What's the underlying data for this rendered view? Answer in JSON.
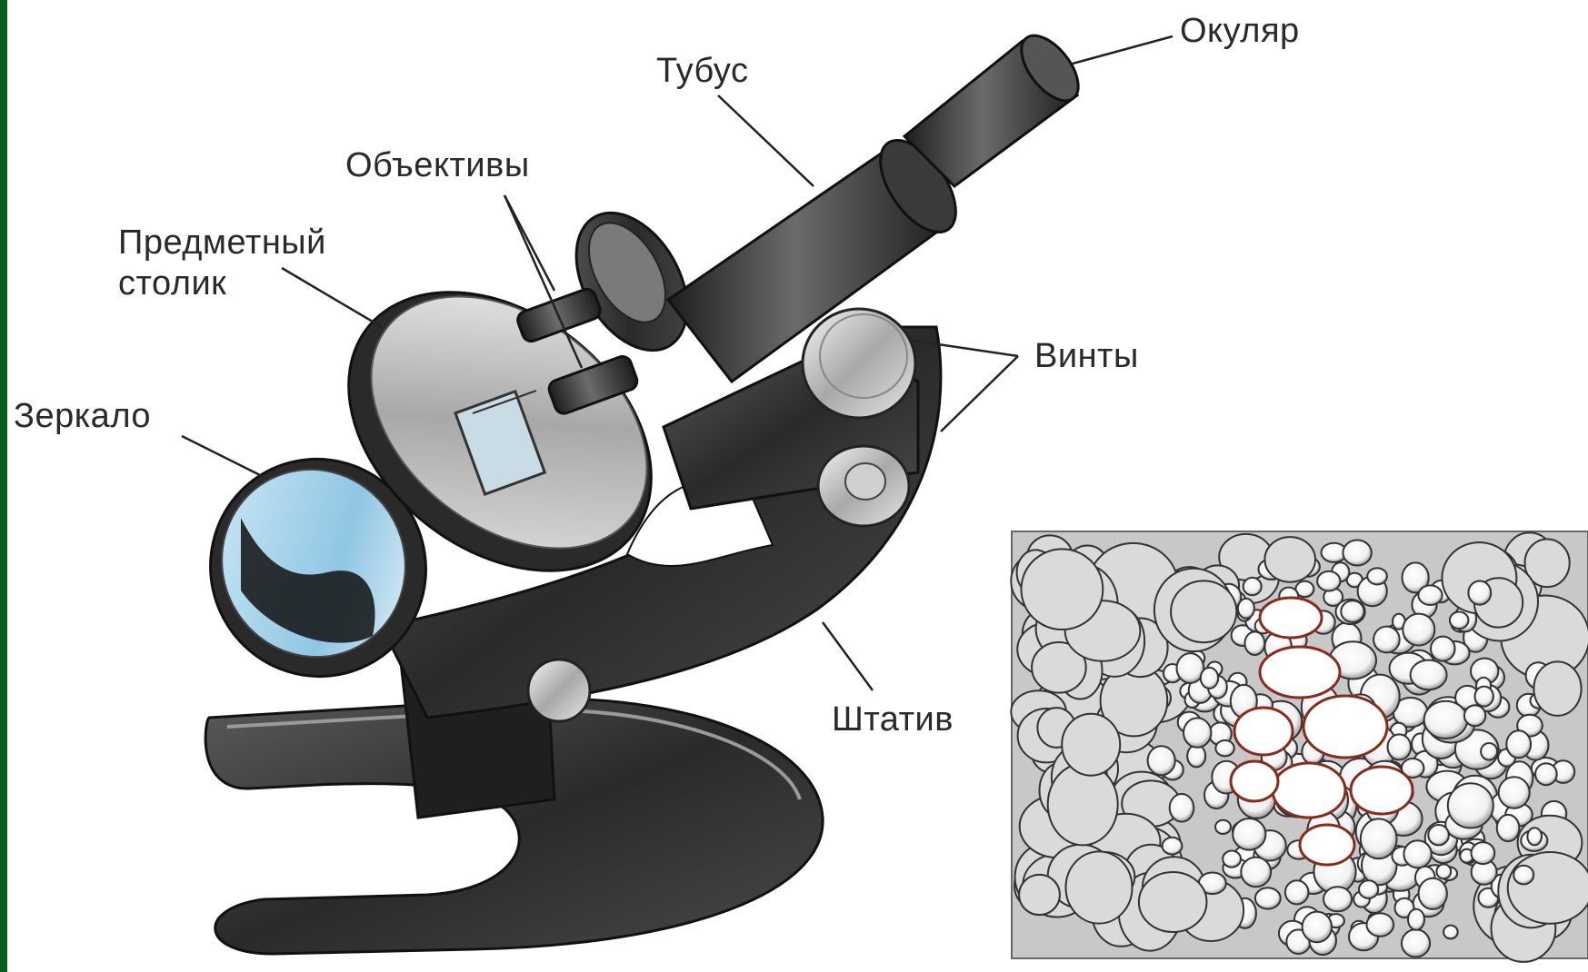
{
  "diagram": {
    "labels": {
      "eyepiece": "Окуляр",
      "tube": "Тубус",
      "objectives": "Объективы",
      "stage_line1": "Предметный",
      "stage_line2": "столик",
      "mirror": "Зеркало",
      "screws": "Винты",
      "stand": "Штатив"
    }
  },
  "colors": {
    "left_bar": "#0b5d1e",
    "metal_dark": "#2b2b2b",
    "metal_mid": "#6a6a6a",
    "metal_light": "#d9d9d9",
    "mirror_glass": "#a9d3ea"
  }
}
